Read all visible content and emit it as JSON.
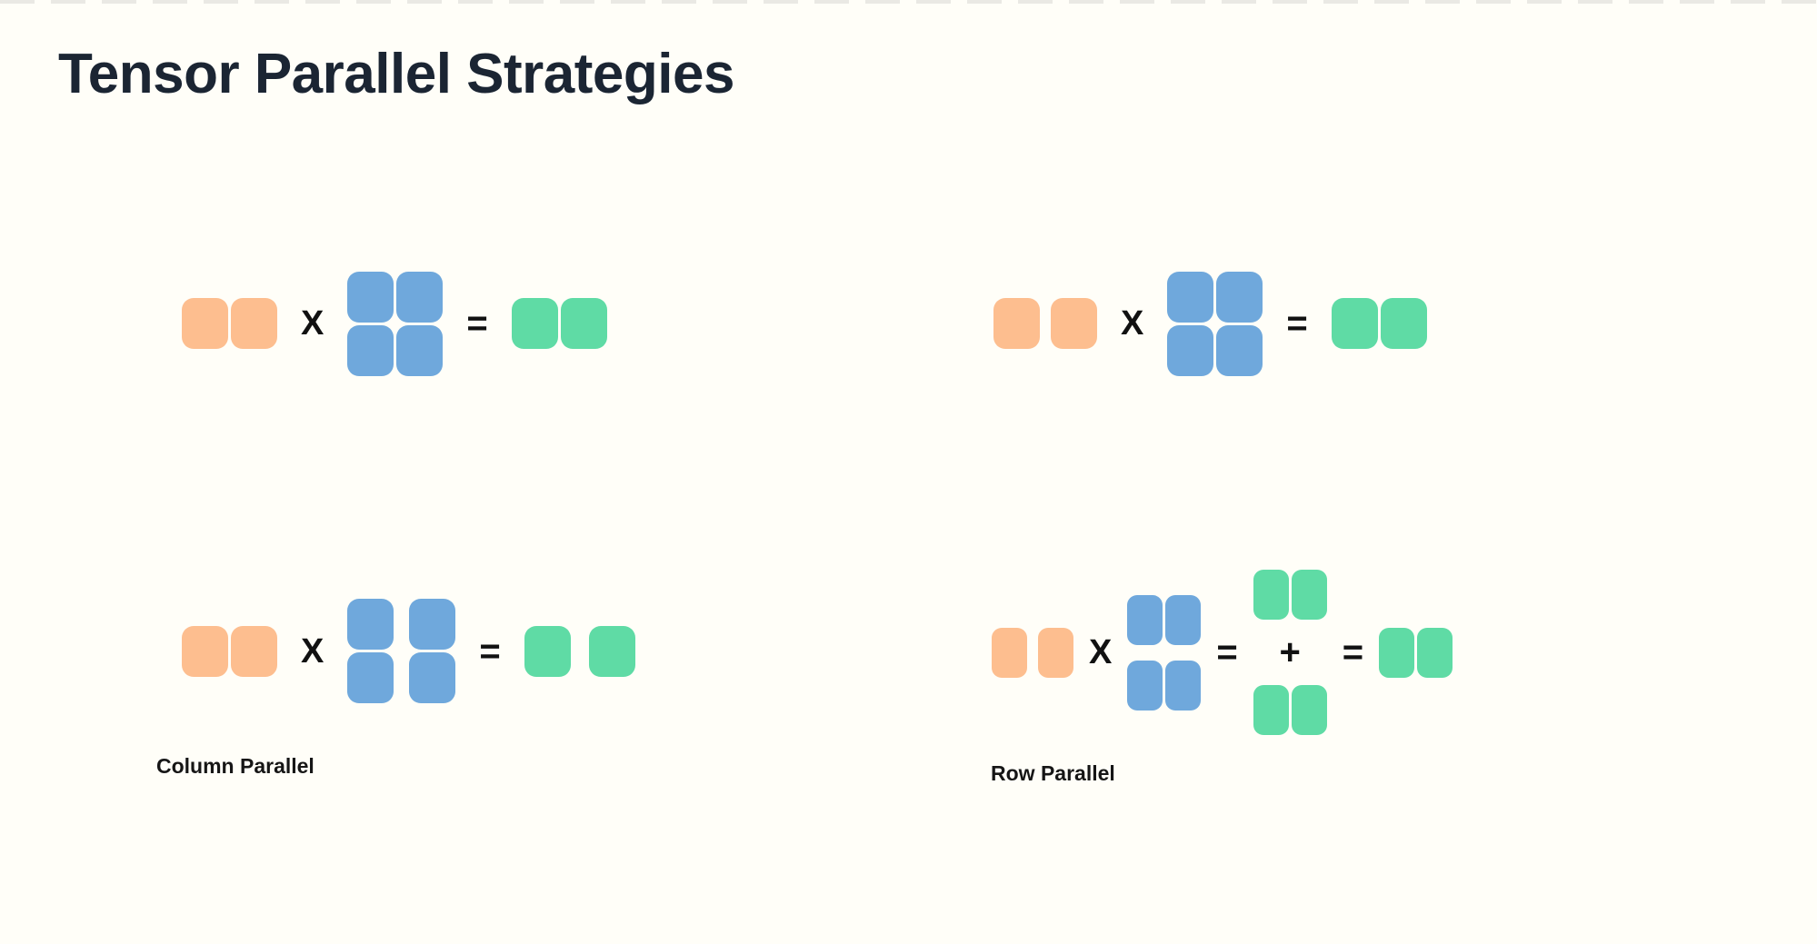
{
  "title": "Tensor Parallel Strategies",
  "background": "#FFFEF8",
  "top_border_dash_color": "#EAE9E4",
  "colors": {
    "input": "#FDBE8F",
    "weight": "#6FA8DC",
    "output": "#5FDBA5",
    "title_text": "#1B2533",
    "label_text": "#161616",
    "operator_text": "#111111"
  },
  "operators": {
    "multiply": "X",
    "equals": "=",
    "plus": "+"
  },
  "labels": {
    "column_parallel": "Column Parallel",
    "row_parallel": "Row Parallel"
  },
  "diagrams": [
    {
      "id": "top-left",
      "label": "",
      "description": "input 1x2 (whole, orange) x weights 2x2 (whole, blue) = output 1x2 (whole, green)"
    },
    {
      "id": "top-right",
      "label": "",
      "description": "input 1x2 (split into two shards, orange) x weights 2x2 (whole, blue) = output 1x2 (whole, green)"
    },
    {
      "id": "bottom-left",
      "label": "Column Parallel",
      "description": "input 1x2 (whole, orange) x weights 2x2 (split by columns, blue) = output 1x2 (split into two shards, green)"
    },
    {
      "id": "bottom-right",
      "label": "Row Parallel",
      "description": "input 1x2 (split into two shards, orange) x weights 2x2 (split by rows, blue) = partial output 1x2 + partial output 1x2 (green) = output 1x2 (green)"
    }
  ]
}
